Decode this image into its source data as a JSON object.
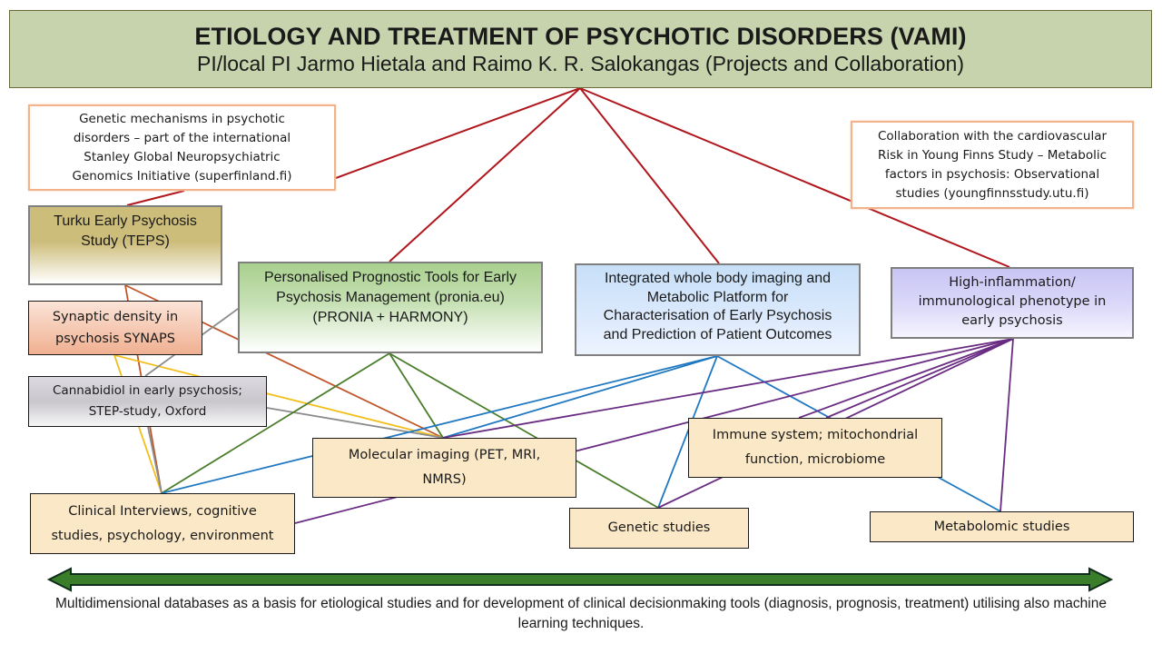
{
  "header": {
    "title": "ETIOLOGY AND TREATMENT OF PSYCHOTIC DISORDERS (VAMI)",
    "subtitle": "PI/local PI Jarmo Hietala and Raimo K. R. Salokangas (Projects and Collaboration)"
  },
  "nodes": {
    "genetic_note": [
      "Genetic mechanisms in psychotic",
      "disorders – part of the international",
      "Stanley Global Neuropsychiatric",
      "Genomics Initiative (superfinland.fi)"
    ],
    "cardio_note": [
      "Collaboration with the cardiovascular",
      "Risk in Young Finns Study – Metabolic",
      "factors in psychosis: Observational",
      "studies (youngfinnsstudy.utu.fi)"
    ],
    "teps": [
      "Turku Early Psychosis",
      "Study (TEPS)"
    ],
    "synaps": [
      "Synaptic density in",
      "psychosis SYNAPS"
    ],
    "cannabidiol": [
      "Cannabidiol in early psychosis;",
      "STEP-study, Oxford"
    ],
    "pronia": [
      "Personalised Prognostic Tools for Early",
      "Psychosis Management (pronia.eu)",
      "(PRONIA + HARMONY)"
    ],
    "imaging_platform": [
      "Integrated whole body imaging and",
      "Metabolic Platform for",
      "Characterisation of Early Psychosis",
      "and Prediction of Patient Outcomes"
    ],
    "inflammation": [
      "High-inflammation/",
      "immunological phenotype in",
      "early psychosis"
    ],
    "molecular": [
      "Molecular imaging (PET, MRI,",
      "NMRS)"
    ],
    "immune": [
      "Immune system; mitochondrial",
      "function, microbiome"
    ],
    "clinical": [
      "Clinical Interviews, cognitive",
      "studies, psychology, environment"
    ],
    "genetic_studies": [
      "Genetic studies"
    ],
    "metabolomic": [
      "Metabolomic studies"
    ]
  },
  "colors": {
    "header_bg": "#c6d3ac",
    "red_link": "#b0161c",
    "orange_link": "#c0552a",
    "gray_link": "#8c8c8c",
    "yellow_link": "#f2be1c",
    "green_link": "#4a7d2a",
    "blue_link": "#1f78c1",
    "purple_link": "#6a2c83",
    "arrow_fill": "#3a7d2a",
    "arrow_stroke": "#0f2d1a"
  },
  "links": [
    {
      "from": "header",
      "to": "genetic_note",
      "color": "red_link"
    },
    {
      "from": "header",
      "to": "pronia",
      "color": "red_link"
    },
    {
      "from": "header",
      "to": "imaging_platform",
      "color": "red_link"
    },
    {
      "from": "header",
      "to": "inflammation",
      "color": "red_link"
    },
    {
      "from": "genetic_note",
      "to": "teps",
      "color": "red_link"
    },
    {
      "from": "teps",
      "to": "clinical",
      "color": "orange_link"
    },
    {
      "from": "teps",
      "to": "molecular",
      "color": "orange_link"
    },
    {
      "from": "synaps",
      "to": "clinical",
      "color": "yellow_link"
    },
    {
      "from": "synaps",
      "to": "molecular",
      "color": "yellow_link"
    },
    {
      "from": "pronia",
      "to": "cannabidiol",
      "color": "gray_link"
    },
    {
      "from": "cannabidiol",
      "to": "clinical",
      "color": "gray_link"
    },
    {
      "from": "cannabidiol",
      "to": "molecular",
      "color": "gray_link"
    },
    {
      "from": "pronia",
      "to": "clinical",
      "color": "green_link"
    },
    {
      "from": "pronia",
      "to": "molecular",
      "color": "green_link"
    },
    {
      "from": "pronia",
      "to": "genetic_studies",
      "color": "green_link"
    },
    {
      "from": "imaging_platform",
      "to": "clinical",
      "color": "blue_link"
    },
    {
      "from": "imaging_platform",
      "to": "molecular",
      "color": "blue_link"
    },
    {
      "from": "imaging_platform",
      "to": "genetic_studies",
      "color": "blue_link"
    },
    {
      "from": "imaging_platform",
      "to": "metabolomic",
      "color": "blue_link"
    },
    {
      "from": "inflammation",
      "to": "molecular",
      "color": "purple_link"
    },
    {
      "from": "inflammation",
      "to": "clinical",
      "color": "purple_link"
    },
    {
      "from": "inflammation",
      "to": "genetic_studies",
      "color": "purple_link"
    },
    {
      "from": "inflammation",
      "to": "immune",
      "color": "purple_link"
    },
    {
      "from": "inflammation",
      "to": "metabolomic",
      "color": "purple_link"
    }
  ],
  "footer": {
    "text": "Multidimensional databases as a basis for etiological studies and for development of clinical decisionmaking tools (diagnosis, prognosis, treatment) utilising also machine learning techniques."
  }
}
